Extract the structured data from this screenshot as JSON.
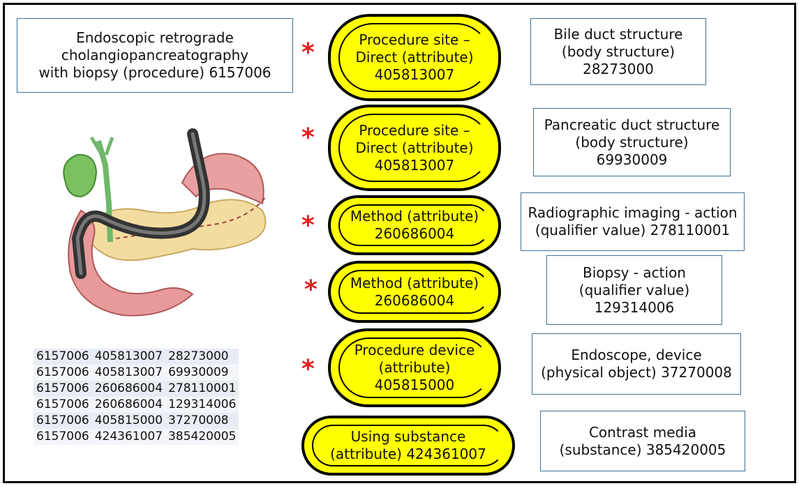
{
  "procedure": {
    "text": "Endoscopic retrograde\ncholangiopancreatography\nwith biopsy (procedure) 6157006"
  },
  "star": "*",
  "attributes": [
    {
      "text": "Procedure site –\nDirect (attribute)\n405813007",
      "starred": true
    },
    {
      "text": "Procedure site –\nDirect (attribute)\n405813007",
      "starred": true
    },
    {
      "text": "Method (attribute)\n260686004",
      "starred": true
    },
    {
      "text": "Method (attribute)\n260686004",
      "starred": true
    },
    {
      "text": "Procedure device\n(attribute)\n405815000",
      "starred": true
    },
    {
      "text": "Using substance\n(attribute) 424361007",
      "starred": false
    }
  ],
  "values": [
    {
      "text": "Bile duct structure\n(body structure)\n28273000"
    },
    {
      "text": "Pancreatic duct structure\n(body structure)\n69930009"
    },
    {
      "text": "Radiographic imaging - action\n(qualifier value) 278110001"
    },
    {
      "text": "Biopsy - action\n(qualifier value)\n129314006"
    },
    {
      "text": "Endoscope, device\n(physical object) 37270008"
    },
    {
      "text": "Contrast media\n(substance) 385420005"
    }
  ],
  "table": [
    [
      "6157006",
      "405813007",
      "28273000"
    ],
    [
      "6157006",
      "405813007",
      "69930009"
    ],
    [
      "6157006",
      "260686004",
      "278110001"
    ],
    [
      "6157006",
      "260686004",
      "129314006"
    ],
    [
      "6157006",
      "405815000",
      "37270008"
    ],
    [
      "6157006",
      "424361007",
      "385420005"
    ]
  ],
  "colors": {
    "pill": "#ffff00",
    "star": "#e02020",
    "box_border": "#3f6f95"
  },
  "illustration": "pancreas-duodenum-endoscope-illustration"
}
